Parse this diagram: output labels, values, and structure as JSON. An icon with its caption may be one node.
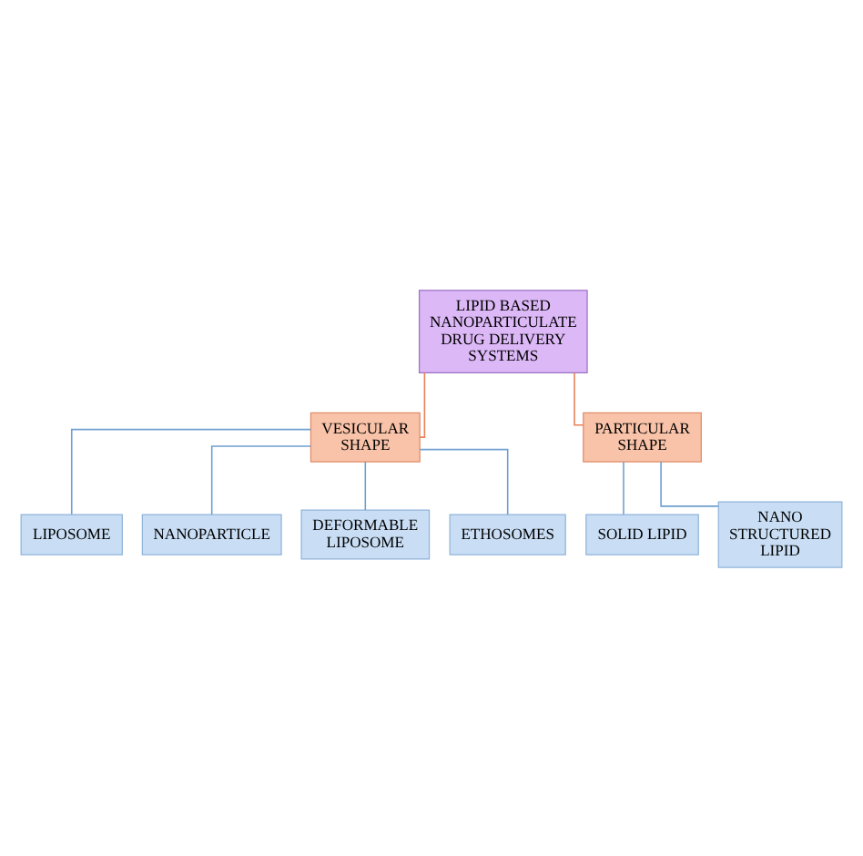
{
  "diagram": {
    "nodes": [
      {
        "text": [
          "LIPID BASED NANOPARTICULATE DRUG DELIVERY SYSTEMS"
        ]
      },
      {
        "text": [
          "VESICULAR SHAPE"
        ]
      },
      {
        "text": [
          "PARTICULAR SHAPE"
        ]
      },
      {
        "text": [
          "LIPOSOME"
        ]
      },
      {
        "text": [
          "NANOPARTICLE"
        ]
      },
      {
        "text": [
          "DEFORMABLE LIPOSOME"
        ]
      },
      {
        "text": [
          "ETHOSOMES"
        ]
      },
      {
        "text": [
          "SOLID LIPID"
        ]
      },
      {
        "text": [
          "NANO STRUCTURED LIPID"
        ]
      }
    ],
    "edges": [
      {
        "from": 0,
        "to": 1,
        "arrow": "none",
        "color": "#e8825a"
      },
      {
        "from": 0,
        "to": 2,
        "arrow": "none",
        "color": "#e8825a"
      },
      {
        "from": 1,
        "to": 3,
        "arrow": "none"
      },
      {
        "from": 1,
        "to": 4,
        "arrow": "none"
      },
      {
        "from": 1,
        "to": 5,
        "arrow": "none"
      },
      {
        "from": 1,
        "to": 6,
        "arrow": "none"
      },
      {
        "from": 2,
        "to": 7,
        "arrow": "none"
      },
      {
        "from": 2,
        "to": 8,
        "arrow": "none"
      }
    ]
  }
}
